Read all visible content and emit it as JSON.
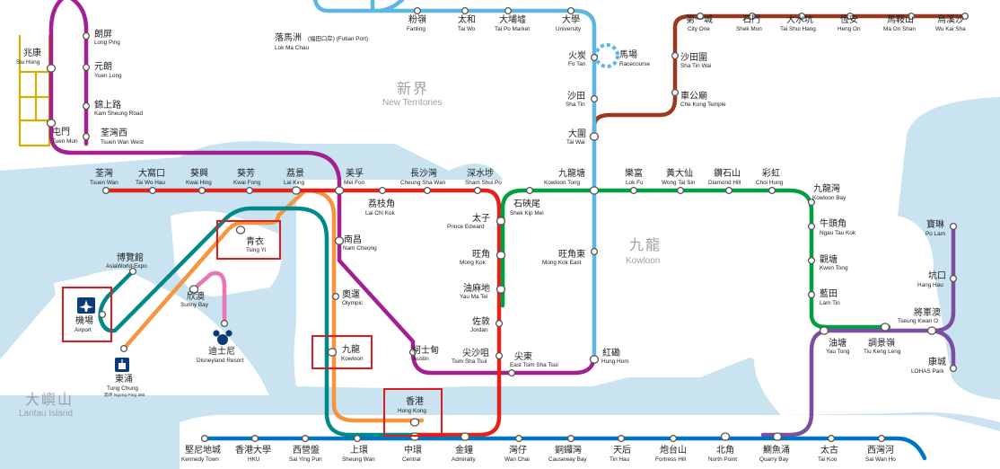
{
  "colors": {
    "sea": "#c9e3f0",
    "land": "#ffffff",
    "tsuen_wan_line": "#e2231a",
    "kwun_tong_line": "#00a040",
    "island_line": "#0075c2",
    "tseung_kwan_o_line": "#7d4e9f",
    "tung_chung_line": "#f7943e",
    "airport_express": "#00888a",
    "disneyland_line": "#e777b4",
    "tuen_ma_line": "#9a3820",
    "east_rail_line": "#5eb6e4",
    "tuen_ma_west": "#a2208f",
    "light_rail": "#d4b000",
    "highlight": "#e31a1c"
  },
  "regions": {
    "new_territories": {
      "zh": "新界",
      "en": "New Territories"
    },
    "kowloon": {
      "zh": "九龍",
      "en": "Kowloon"
    },
    "lantau": {
      "zh": "大嶼山",
      "en": "Lantau Island"
    }
  },
  "stations": [
    {
      "id": "long-ping",
      "zh": "朗屏",
      "en": "Long Ping"
    },
    {
      "id": "siu-hong",
      "zh": "兆康",
      "en": "Siu Hong"
    },
    {
      "id": "yuen-long",
      "zh": "元朗",
      "en": "Yuen Long"
    },
    {
      "id": "kam-sheung-road",
      "zh": "錦上路",
      "en": "Kam Sheung Road"
    },
    {
      "id": "tuen-mun",
      "zh": "屯門",
      "en": "Tuen Mun"
    },
    {
      "id": "tsuen-wan-west",
      "zh": "荃灣西",
      "en": "Tsuen Wan West"
    },
    {
      "id": "lok-ma-chau",
      "zh": "落馬洲",
      "en": "Lok Ma Chau"
    },
    {
      "id": "fanling",
      "zh": "粉嶺",
      "en": "Fanling"
    },
    {
      "id": "tai-wo",
      "zh": "太和",
      "en": "Tai Wo"
    },
    {
      "id": "tai-po-market",
      "zh": "大埔墟",
      "en": "Tai Po Market"
    },
    {
      "id": "university",
      "zh": "大學",
      "en": "University"
    },
    {
      "id": "fo-tan",
      "zh": "火炭",
      "en": "Fo Tan"
    },
    {
      "id": "racecourse",
      "zh": "馬場",
      "en": "Racecourse"
    },
    {
      "id": "sha-tin",
      "zh": "沙田",
      "en": "Sha Tin"
    },
    {
      "id": "tai-wai",
      "zh": "大圍",
      "en": "Tai Wai"
    },
    {
      "id": "city-one",
      "zh": "第一城",
      "en": "City One"
    },
    {
      "id": "shek-mun",
      "zh": "石門",
      "en": "Shek Mun"
    },
    {
      "id": "tai-shui-hang",
      "zh": "大水坑",
      "en": "Tai Shui Hang"
    },
    {
      "id": "heng-on",
      "zh": "恆安",
      "en": "Heng On"
    },
    {
      "id": "ma-on-shan",
      "zh": "馬鞍山",
      "en": "Ma On Shan"
    },
    {
      "id": "wu-kai-sha",
      "zh": "烏溪沙",
      "en": "Wu Kai Sha"
    },
    {
      "id": "sha-tin-wai",
      "zh": "沙田圍",
      "en": "Sha Tin Wai"
    },
    {
      "id": "che-kung-temple",
      "zh": "車公廟",
      "en": "Che Kung Temple"
    },
    {
      "id": "tsuen-wan",
      "zh": "荃灣",
      "en": "Tsuen Wan"
    },
    {
      "id": "tai-wo-hau",
      "zh": "大窩口",
      "en": "Tai Wo Hau"
    },
    {
      "id": "kwai-hing",
      "zh": "葵興",
      "en": "Kwai Hing"
    },
    {
      "id": "kwai-fong",
      "zh": "葵芳",
      "en": "Kwai Fong"
    },
    {
      "id": "lai-king",
      "zh": "荔景",
      "en": "Lai King"
    },
    {
      "id": "mei-foo",
      "zh": "美孚",
      "en": "Mei Foo"
    },
    {
      "id": "lai-chi-kok",
      "zh": "荔枝角",
      "en": "Lai Chi Kok"
    },
    {
      "id": "cheung-sha-wan",
      "zh": "長沙灣",
      "en": "Cheung Sha Wan"
    },
    {
      "id": "sham-shui-po",
      "zh": "深水埗",
      "en": "Sham Shui Po"
    },
    {
      "id": "kowloon-tong",
      "zh": "九龍塘",
      "en": "Kowloon Tong"
    },
    {
      "id": "lok-fu",
      "zh": "樂富",
      "en": "Lok Fu"
    },
    {
      "id": "wong-tai-sin",
      "zh": "黃大仙",
      "en": "Wong Tai Sin"
    },
    {
      "id": "diamond-hill",
      "zh": "鑽石山",
      "en": "Diamond Hill"
    },
    {
      "id": "choi-hung",
      "zh": "彩虹",
      "en": "Choi Hung"
    },
    {
      "id": "kowloon-bay",
      "zh": "九龍灣",
      "en": "Kowloon Bay"
    },
    {
      "id": "shek-kip-mei",
      "zh": "石硤尾",
      "en": "Shek Kip Mei"
    },
    {
      "id": "prince-edward",
      "zh": "太子",
      "en": "Prince Edward"
    },
    {
      "id": "mong-kok",
      "zh": "旺角",
      "en": "Mong Kok"
    },
    {
      "id": "mong-kok-east",
      "zh": "旺角東",
      "en": "Mong Kok East"
    },
    {
      "id": "yau-ma-tei",
      "zh": "油麻地",
      "en": "Yau Ma Tei"
    },
    {
      "id": "jordan",
      "zh": "佐敦",
      "en": "Jordan"
    },
    {
      "id": "tsim-sha-tsui",
      "zh": "尖沙咀",
      "en": "Tsim Sha Tsui"
    },
    {
      "id": "east-tsim-sha-tsui",
      "zh": "尖東",
      "en": "East Tsim Sha Tsui"
    },
    {
      "id": "hung-hom",
      "zh": "紅磡",
      "en": "Hung Hom"
    },
    {
      "id": "austin",
      "zh": "柯士甸",
      "en": "Austin"
    },
    {
      "id": "nam-cheong",
      "zh": "南昌",
      "en": "Nam Cheong"
    },
    {
      "id": "olympic",
      "zh": "奧運",
      "en": "Olympic"
    },
    {
      "id": "kowloon",
      "zh": "九龍",
      "en": "Kowloon"
    },
    {
      "id": "hong-kong",
      "zh": "香港",
      "en": "Hong Kong"
    },
    {
      "id": "tsing-yi",
      "zh": "青衣",
      "en": "Tsing Yi"
    },
    {
      "id": "asiaworld-expo",
      "zh": "博覽館",
      "en": "AsiaWorld-Expo"
    },
    {
      "id": "airport",
      "zh": "機場",
      "en": "Airport"
    },
    {
      "id": "sunny-bay",
      "zh": "欣澳",
      "en": "Sunny Bay"
    },
    {
      "id": "disneyland-resort",
      "zh": "迪士尼",
      "en": "Disneyland Resort"
    },
    {
      "id": "tung-chung",
      "zh": "東涌",
      "en": "Tung Chung"
    },
    {
      "id": "ngau-tau-kok",
      "zh": "牛頭角",
      "en": "Ngau Tau Kok"
    },
    {
      "id": "kwun-tong",
      "zh": "觀塘",
      "en": "Kwun Tong"
    },
    {
      "id": "lam-tin",
      "zh": "藍田",
      "en": "Lam Tin"
    },
    {
      "id": "yau-tong",
      "zh": "油塘",
      "en": "Yau Tong"
    },
    {
      "id": "tiu-keng-leng",
      "zh": "調景嶺",
      "en": "Tiu Keng Leng"
    },
    {
      "id": "tseung-kwan-o",
      "zh": "將軍澳",
      "en": "Tseung Kwan O"
    },
    {
      "id": "po-lam",
      "zh": "寶琳",
      "en": "Po Lam"
    },
    {
      "id": "hang-hau",
      "zh": "坑口",
      "en": "Hang Hau"
    },
    {
      "id": "lohas-park",
      "zh": "康城",
      "en": "LOHAS Park"
    },
    {
      "id": "kennedy-town",
      "zh": "堅尼地城",
      "en": "Kennedy Town"
    },
    {
      "id": "hku",
      "zh": "香港大學",
      "en": "HKU"
    },
    {
      "id": "sai-ying-pun",
      "zh": "西營盤",
      "en": "Sai Ying Pun"
    },
    {
      "id": "sheung-wan",
      "zh": "上環",
      "en": "Sheung Wan"
    },
    {
      "id": "central",
      "zh": "中環",
      "en": "Central"
    },
    {
      "id": "admiralty",
      "zh": "金鐘",
      "en": "Admiralty"
    },
    {
      "id": "wan-chai",
      "zh": "灣仔",
      "en": "Wan Chai"
    },
    {
      "id": "causeway-bay",
      "zh": "銅鑼灣",
      "en": "Causeway Bay"
    },
    {
      "id": "tin-hau",
      "zh": "天后",
      "en": "Tin Hau"
    },
    {
      "id": "fortress-hill",
      "zh": "炮台山",
      "en": "Fortress Hill"
    },
    {
      "id": "north-point",
      "zh": "北角",
      "en": "North Point"
    },
    {
      "id": "quarry-bay",
      "zh": "鰂魚涌",
      "en": "Quarry Bay"
    },
    {
      "id": "tai-koo",
      "zh": "太古",
      "en": "Tai Koo"
    },
    {
      "id": "sai-wan-ho",
      "zh": "西灣河",
      "en": "Sai Wan Ho"
    }
  ],
  "notes": {
    "lok_ma_chau_sub": "(福田口岸) (Futian Port)",
    "tung_chung_sub": "昂坪 Ngong Ping 360"
  }
}
